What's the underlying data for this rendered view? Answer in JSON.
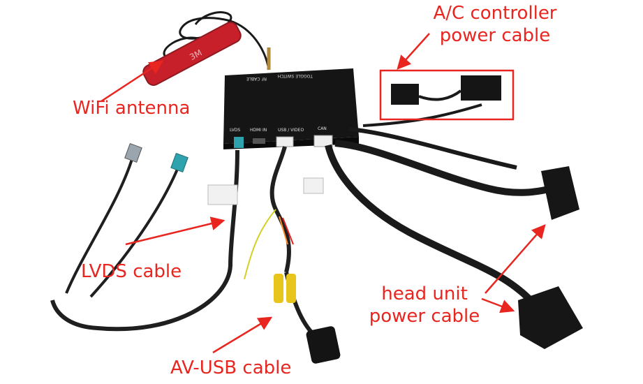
{
  "labels": {
    "wifi": "WiFi antenna",
    "ac_line1": "A/C controller",
    "ac_line2": "power cable",
    "lvds": "LVDS cable",
    "head_line1": "head unit",
    "head_line2": "power cable",
    "av": "AV-USB cable"
  },
  "box_printing": {
    "rf_cable": "RF CABLE",
    "toggle_switch": "TOGGLE SWITCH",
    "lvds_port": "LVDS",
    "hdmi_port": "HDMI IN",
    "usb_port": "USB / VIDEO",
    "can_port": "CAN"
  },
  "antenna_brand": "3M",
  "colors": {
    "annotation": "#e8251f",
    "module_body": "#151515",
    "cable": "#1c1c1c",
    "antenna": "#c8202b",
    "lvds_plug": "#2fa3ad",
    "rca": "#e8c51d"
  }
}
